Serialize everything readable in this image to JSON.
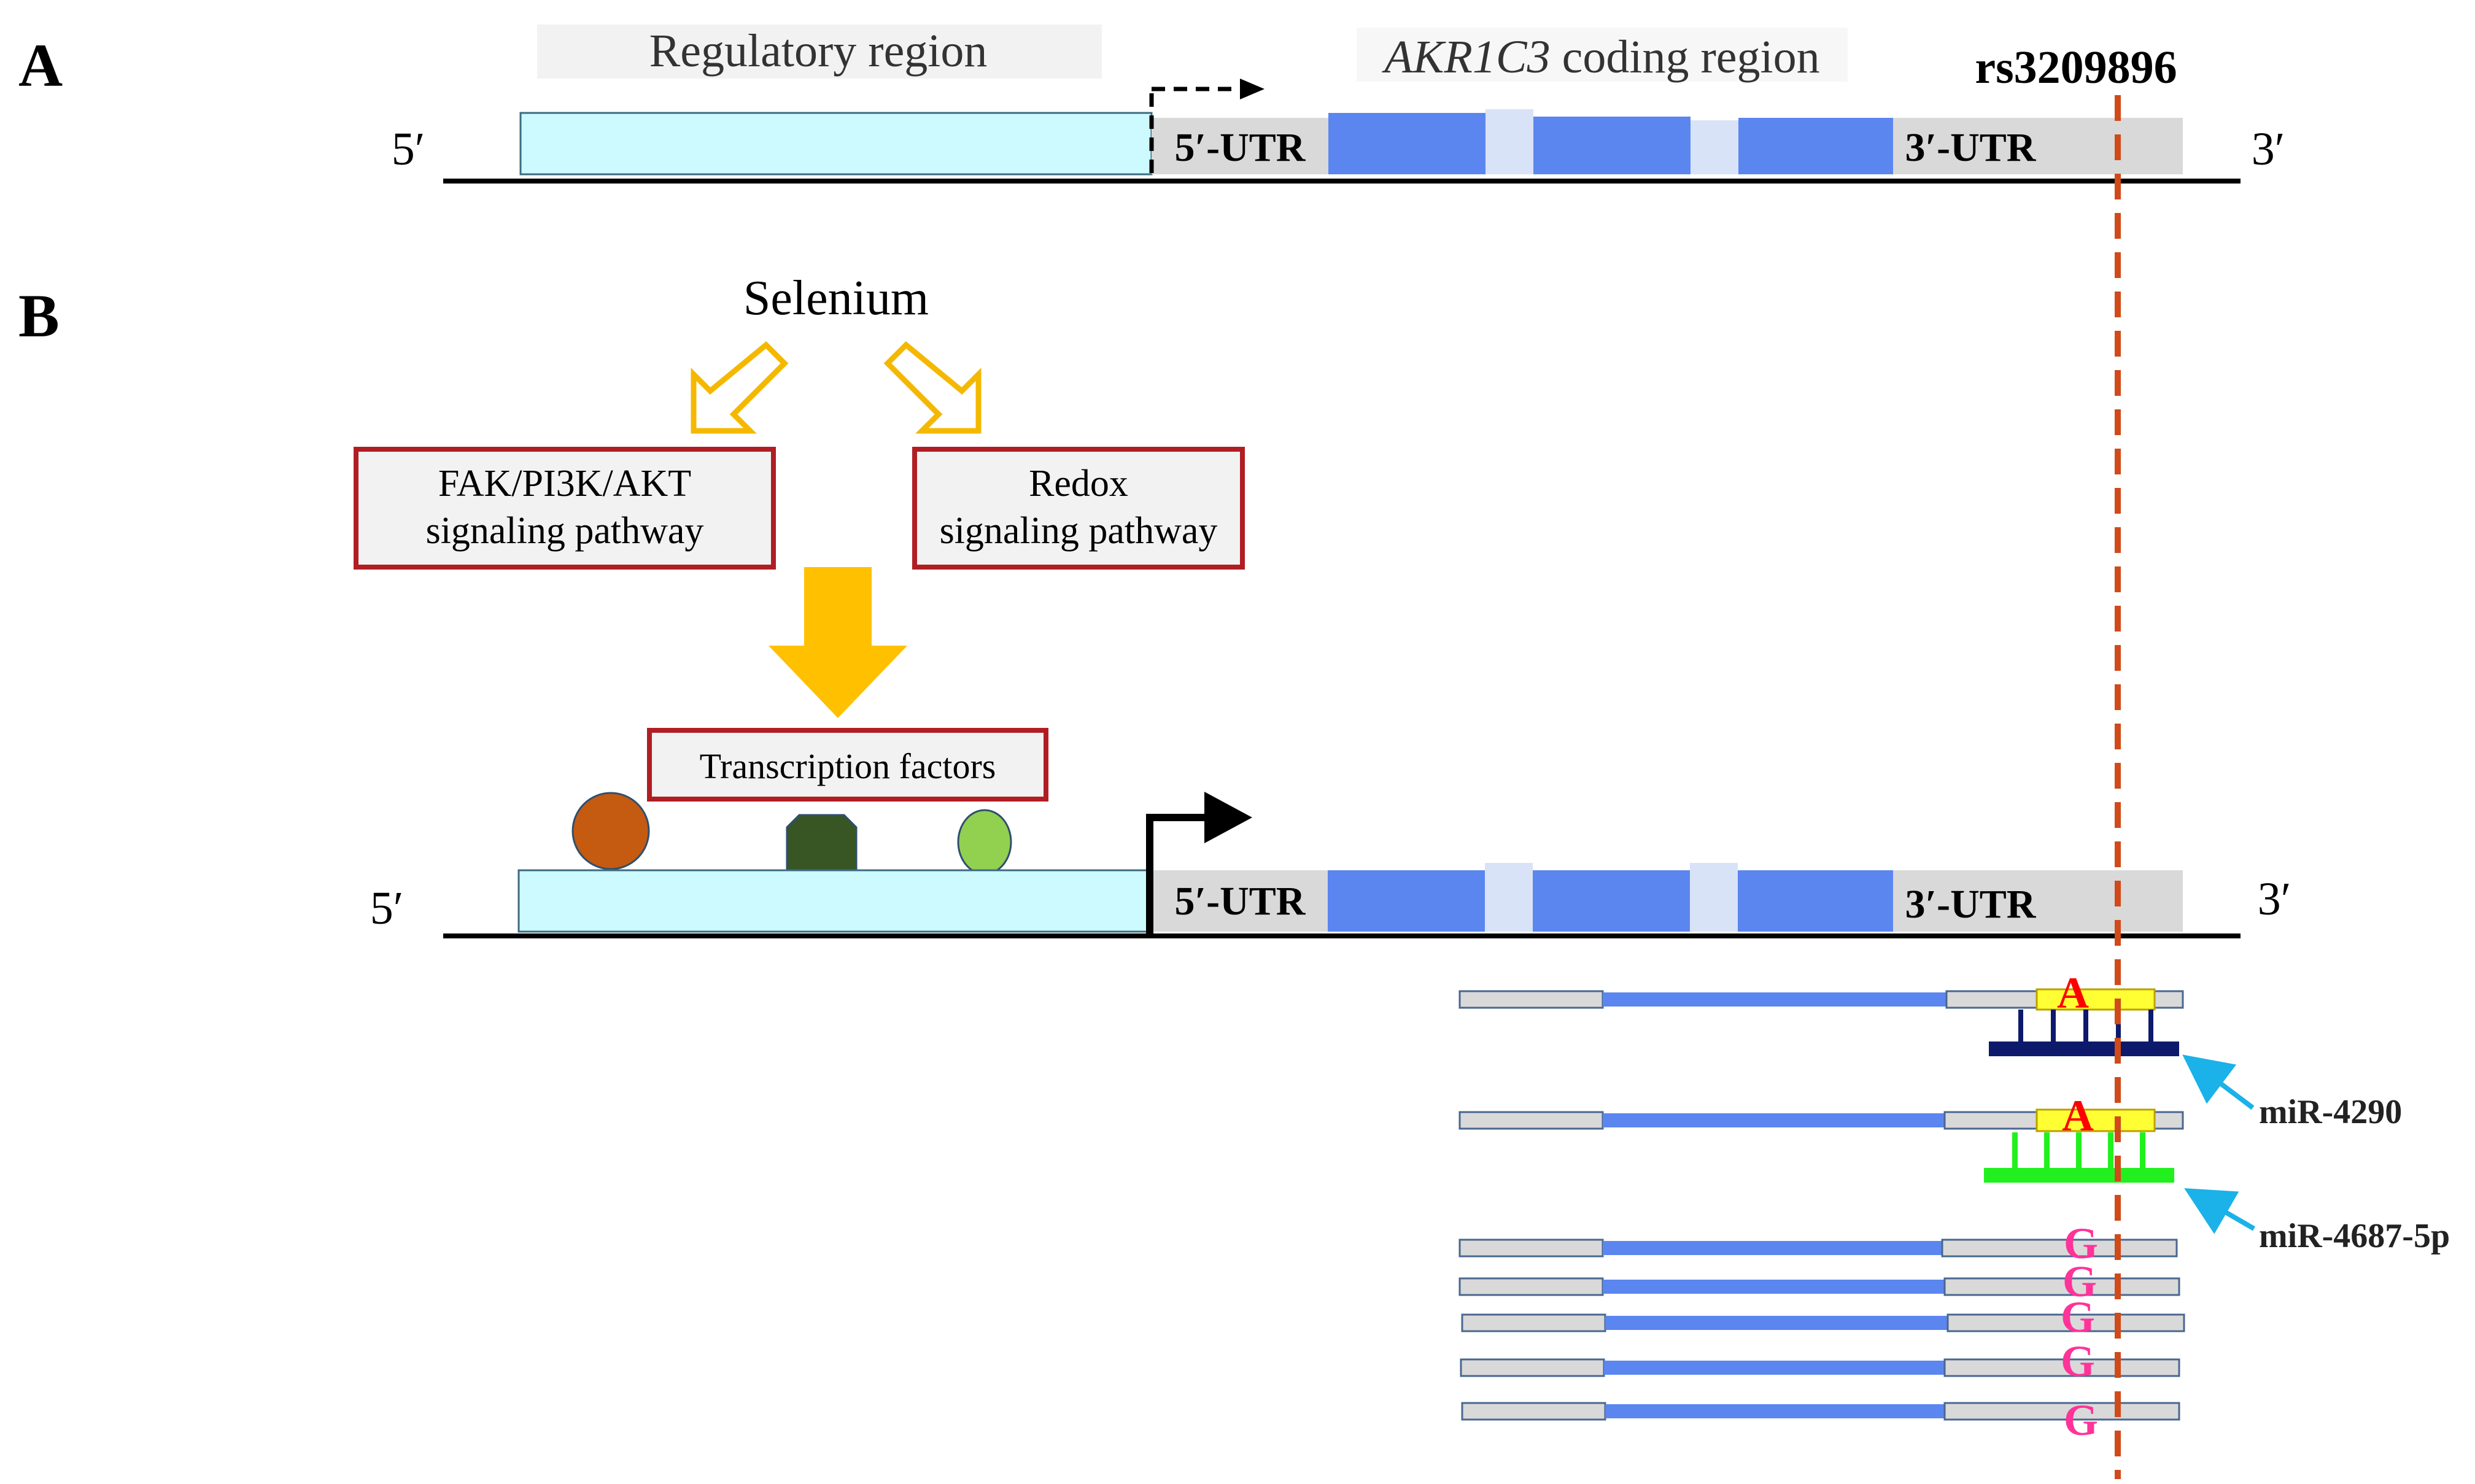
{
  "panel_a": {
    "label": "A",
    "regulatory_label": "Regulatory region",
    "coding_label_gene": "AKR1C3",
    "coding_label_rest": " coding region",
    "snp_label": "rs3209896",
    "five_prime": "5′",
    "three_prime": "3′",
    "utr5": "5′-UTR",
    "utr3": "3′-UTR"
  },
  "panel_b": {
    "label": "B",
    "selenium": "Selenium",
    "fak_line1": "FAK/PI3K/AKT",
    "fak_line2": "signaling pathway",
    "redox_line1": "Redox",
    "redox_line2": "signaling pathway",
    "transcription_factors": "Transcription factors",
    "five_prime": "5′",
    "three_prime": "3′",
    "utr5": "5′-UTR",
    "utr3": "3′-UTR",
    "allele_a": "A",
    "allele_g": "G",
    "mir1": "miR-4290",
    "mir2": "miR-4687-5p"
  },
  "colors": {
    "regulatory": "#ccfaff",
    "utr": "#d9d9d9",
    "exon": "#5b86f0",
    "intron": "#d9e3f7",
    "snp_line": "#d04a1a",
    "box_border": "#b01e24",
    "hollow_arrow": "#f5b800",
    "solid_arrow": "#ffc000",
    "mir1": "#0d1a6b",
    "mir2": "#22f01e",
    "seed": "#ffff33",
    "allele_a": "#ff0000",
    "allele_g": "#ff3399",
    "pointer": "#1ab2e8"
  }
}
